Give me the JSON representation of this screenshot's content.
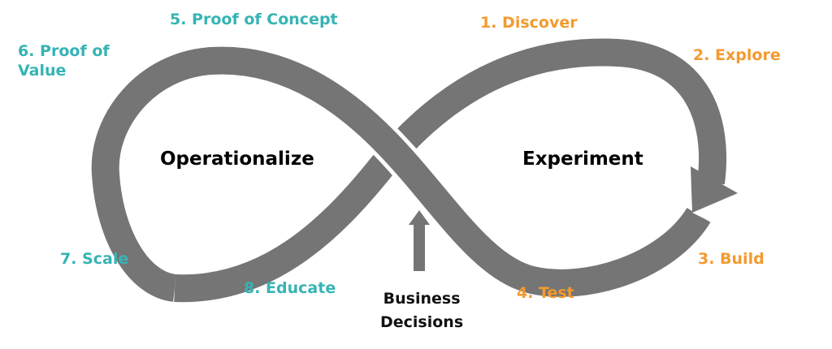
{
  "diagram": {
    "center_labels": {
      "left": "Operationalize",
      "right": "Experiment"
    },
    "steps": [
      {
        "label": "1. Discover",
        "color": "#f39a2e"
      },
      {
        "label": "2. Explore",
        "color": "#f39a2e"
      },
      {
        "label": "3. Build",
        "color": "#f39a2e"
      },
      {
        "label": "4. Test",
        "color": "#f39a2e"
      },
      {
        "label": "5. Proof of Concept",
        "color": "#36b4b4"
      },
      {
        "label_line1": "6. Proof of",
        "label_line2": "Value",
        "color": "#36b4b4"
      },
      {
        "label": "7. Scale",
        "color": "#36b4b4"
      },
      {
        "label": "8. Educate",
        "color": "#36b4b4"
      }
    ],
    "input": {
      "line1": "Business",
      "line2": "Decisions"
    },
    "colors": {
      "loop": "#757575",
      "orange": "#f39a2e",
      "teal": "#36b4b4"
    }
  }
}
